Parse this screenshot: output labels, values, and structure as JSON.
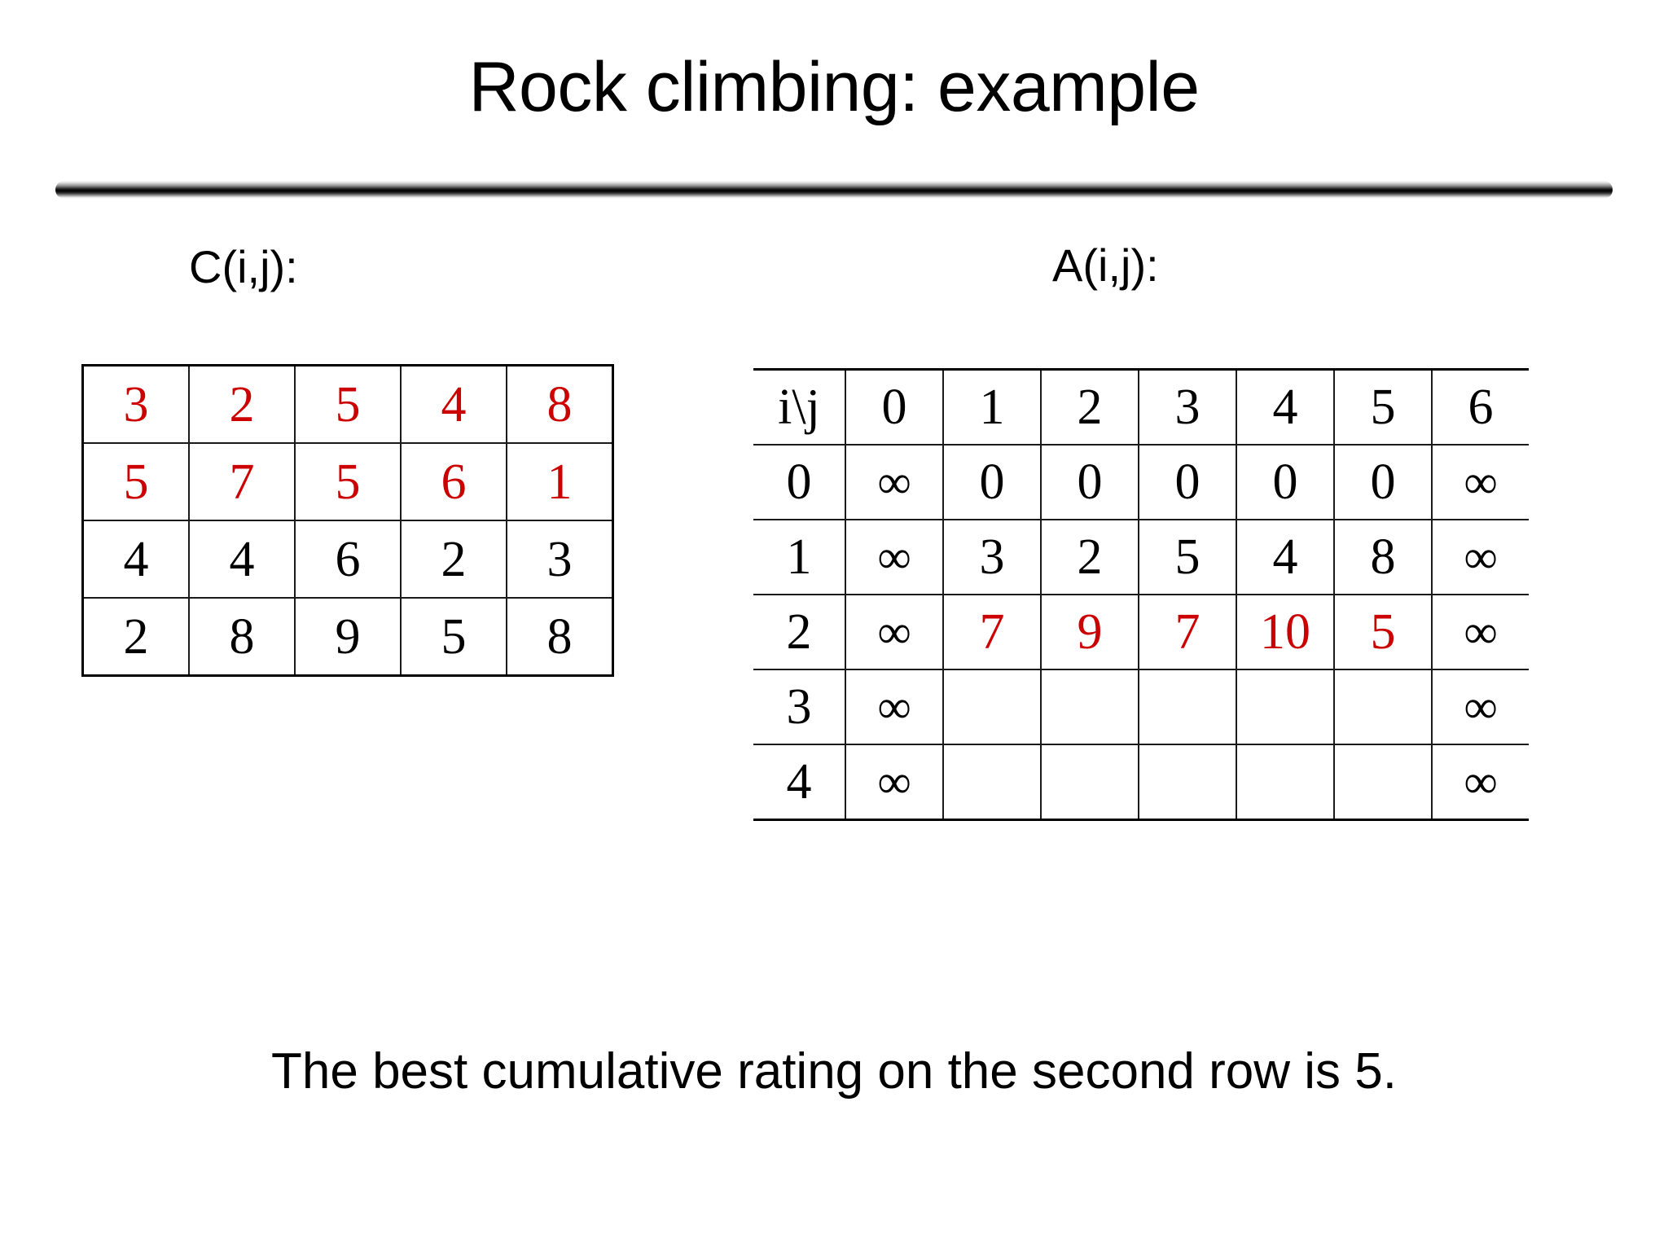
{
  "slide": {
    "title": "Rock climbing: example",
    "caption": "The best cumulative rating on the second row is 5."
  },
  "c_matrix": {
    "label": "C(i,j):",
    "rows": [
      {
        "values": [
          "3",
          "2",
          "5",
          "4",
          "8"
        ],
        "color": "red"
      },
      {
        "values": [
          "5",
          "7",
          "5",
          "6",
          "1"
        ],
        "color": "red"
      },
      {
        "values": [
          "4",
          "4",
          "6",
          "2",
          "3"
        ],
        "color": "black"
      },
      {
        "values": [
          "2",
          "8",
          "9",
          "5",
          "8"
        ],
        "color": "black"
      }
    ]
  },
  "a_matrix": {
    "label": "A(i,j):",
    "corner_header": "i\\j",
    "column_headers": [
      "0",
      "1",
      "2",
      "3",
      "4",
      "5",
      "6"
    ],
    "rows": [
      {
        "row_header": "0",
        "cells": [
          {
            "text": "∞",
            "color": "black"
          },
          {
            "text": "0",
            "color": "black"
          },
          {
            "text": "0",
            "color": "black"
          },
          {
            "text": "0",
            "color": "black"
          },
          {
            "text": "0",
            "color": "black"
          },
          {
            "text": "0",
            "color": "black"
          },
          {
            "text": "∞",
            "color": "black"
          }
        ]
      },
      {
        "row_header": "1",
        "cells": [
          {
            "text": "∞",
            "color": "black"
          },
          {
            "text": "3",
            "color": "black"
          },
          {
            "text": "2",
            "color": "black"
          },
          {
            "text": "5",
            "color": "black"
          },
          {
            "text": "4",
            "color": "black"
          },
          {
            "text": "8",
            "color": "black"
          },
          {
            "text": "∞",
            "color": "black"
          }
        ]
      },
      {
        "row_header": "2",
        "cells": [
          {
            "text": "∞",
            "color": "black"
          },
          {
            "text": "7",
            "color": "red"
          },
          {
            "text": "9",
            "color": "red"
          },
          {
            "text": "7",
            "color": "red"
          },
          {
            "text": "10",
            "color": "red"
          },
          {
            "text": "5",
            "color": "red"
          },
          {
            "text": "∞",
            "color": "black"
          }
        ]
      },
      {
        "row_header": "3",
        "cells": [
          {
            "text": "∞",
            "color": "black"
          },
          {
            "text": "",
            "color": "black"
          },
          {
            "text": "",
            "color": "black"
          },
          {
            "text": "",
            "color": "black"
          },
          {
            "text": "",
            "color": "black"
          },
          {
            "text": "",
            "color": "black"
          },
          {
            "text": "∞",
            "color": "black"
          }
        ]
      },
      {
        "row_header": "4",
        "cells": [
          {
            "text": "∞",
            "color": "black"
          },
          {
            "text": "",
            "color": "black"
          },
          {
            "text": "",
            "color": "black"
          },
          {
            "text": "",
            "color": "black"
          },
          {
            "text": "",
            "color": "black"
          },
          {
            "text": "",
            "color": "black"
          },
          {
            "text": "∞",
            "color": "black"
          }
        ]
      }
    ]
  },
  "colors": {
    "highlight": "#cc0000",
    "text": "#000000",
    "background": "#ffffff"
  }
}
